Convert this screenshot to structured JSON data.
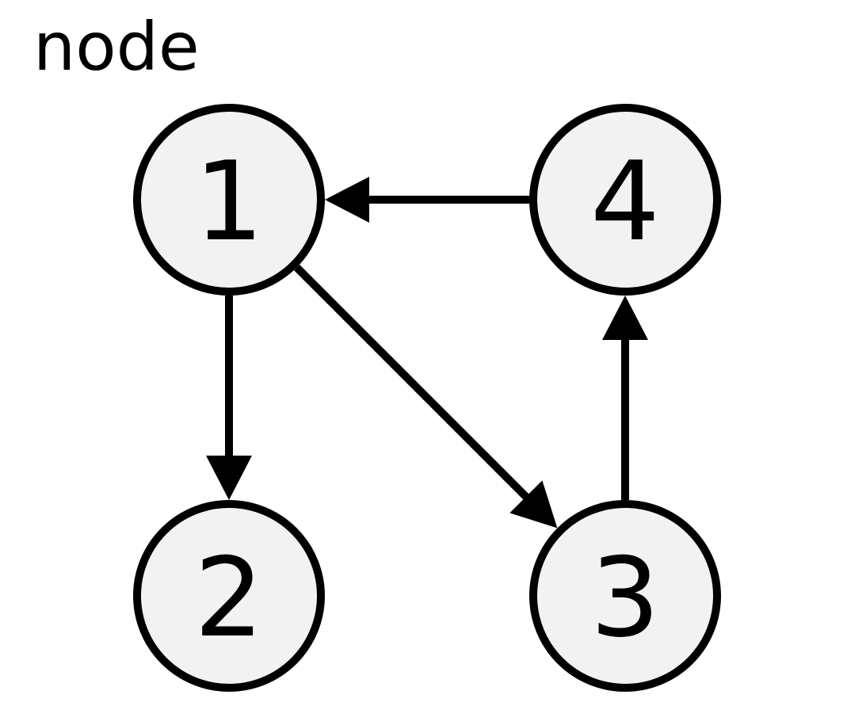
{
  "title": "node",
  "colors": {
    "node_fill": "#f2f2f2",
    "stroke": "#000000",
    "background": "#ffffff"
  },
  "nodes": [
    {
      "id": "1",
      "label": "1"
    },
    {
      "id": "2",
      "label": "2"
    },
    {
      "id": "3",
      "label": "3"
    },
    {
      "id": "4",
      "label": "4"
    }
  ],
  "edges": [
    {
      "from": "1",
      "to": "2"
    },
    {
      "from": "1",
      "to": "3"
    },
    {
      "from": "3",
      "to": "4"
    },
    {
      "from": "4",
      "to": "1"
    }
  ]
}
